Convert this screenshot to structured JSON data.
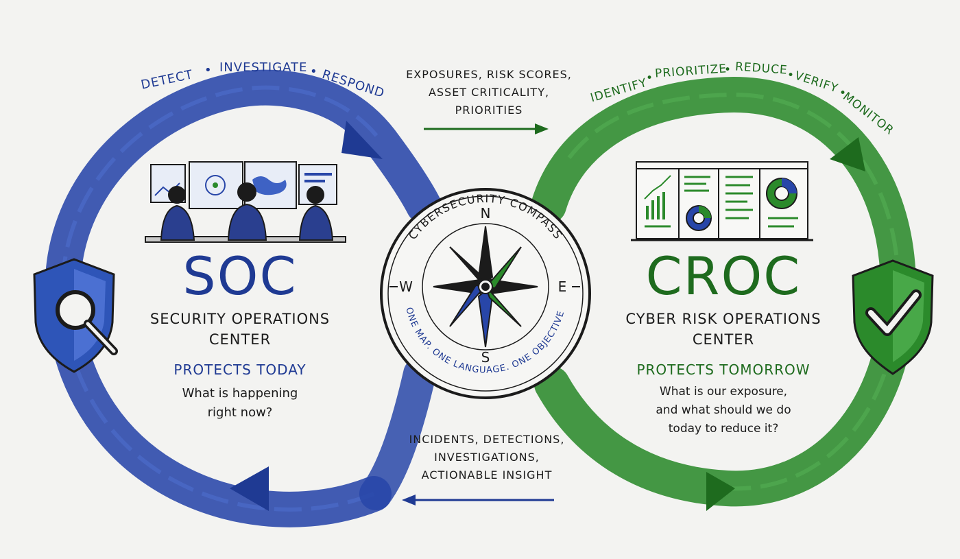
{
  "colors": {
    "soc_blue": "#2846a8",
    "soc_text_blue": "#1f3a93",
    "croc_green": "#2b8a2b",
    "croc_text_green": "#1e6b1e",
    "ink": "#1b1b1b",
    "background": "#f3f3f1"
  },
  "soc": {
    "cycle_words": [
      "DETECT",
      "INVESTIGATE",
      "RESPOND"
    ],
    "title": "SOC",
    "subtitle_line1": "SECURITY OPERATIONS",
    "subtitle_line2": "CENTER",
    "tagline": "PROTECTS TODAY",
    "question_line1": "What is happening",
    "question_line2": "right now?",
    "icons": [
      "analysts-at-monitors-illustration",
      "shield-magnifier-icon"
    ]
  },
  "croc": {
    "cycle_words": [
      "IDENTIFY",
      "PRIORITIZE",
      "REDUCE",
      "VERIFY",
      "MONITOR"
    ],
    "title": "CROC",
    "subtitle_line1": "CYBER RISK OPERATIONS",
    "subtitle_line2": "CENTER",
    "tagline": "PROTECTS TOMORROW",
    "question_line1": "What is our exposure,",
    "question_line2": "and what should we do",
    "question_line3": "today to reduce it?",
    "icons": [
      "risk-dashboard-illustration",
      "shield-check-icon"
    ]
  },
  "flow_to_croc": {
    "line1": "EXPOSURES, RISK SCORES,",
    "line2": "ASSET CRITICALITY,",
    "line3": "PRIORITIES"
  },
  "flow_to_soc": {
    "line1": "INCIDENTS, DETECTIONS,",
    "line2": "INVESTIGATIONS,",
    "line3": "ACTIONABLE INSIGHT"
  },
  "compass": {
    "top_text": "CYBERSECURITY COMPASS",
    "bottom_text": "ONE MAP. ONE LANGUAGE. ONE OBJECTIVE.",
    "north": "N",
    "south": "S",
    "east": "E",
    "west": "W"
  }
}
